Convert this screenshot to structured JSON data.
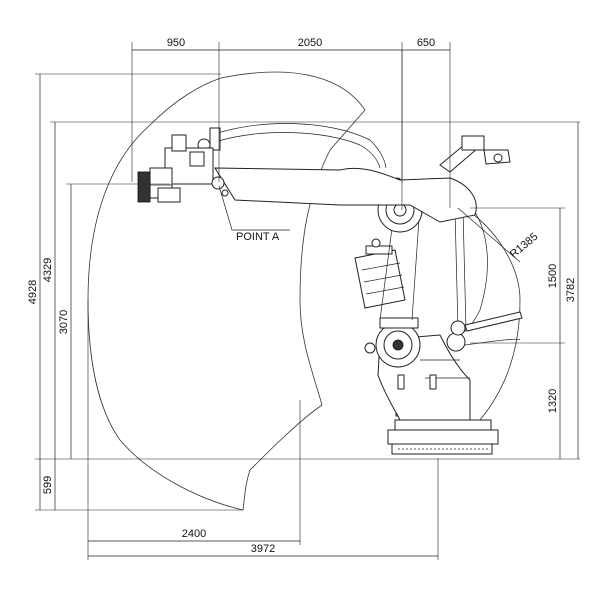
{
  "dimensions": {
    "top": {
      "d950": "950",
      "d2050": "2050",
      "d650": "650"
    },
    "left": {
      "d4928": "4928",
      "d4329": "4329",
      "d3070": "3070",
      "d599": "599"
    },
    "bottom": {
      "d2400": "2400",
      "d3972": "3972"
    },
    "right": {
      "d1500": "1500",
      "d1320": "1320",
      "d3782": "3782"
    },
    "radius": "R1385"
  },
  "labels": {
    "point_a": "POINT A"
  }
}
